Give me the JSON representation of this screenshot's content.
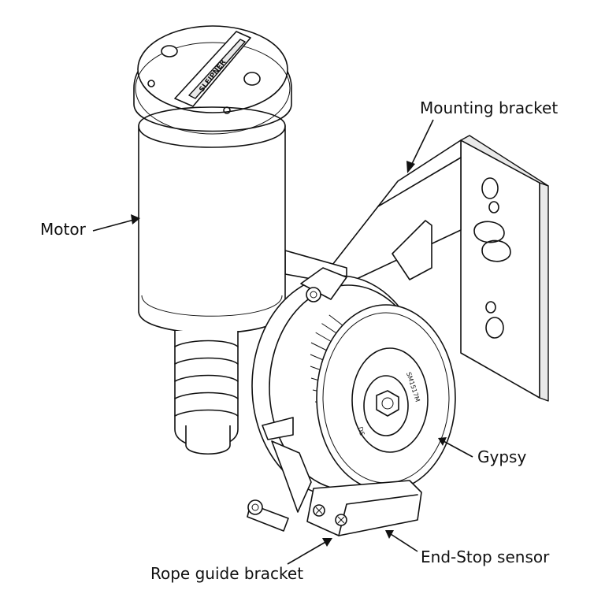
{
  "labels": {
    "mounting_bracket": "Mounting bracket",
    "motor": "Motor",
    "gypsy": "Gypsy",
    "end_stop_sensor": "End-Stop sensor",
    "rope_guide_bracket": "Rope guide bracket"
  },
  "engravings": {
    "cap_brand": "SLEIPNER",
    "gypsy_part_code": "SM1517M",
    "gypsy_mark": "DS"
  }
}
